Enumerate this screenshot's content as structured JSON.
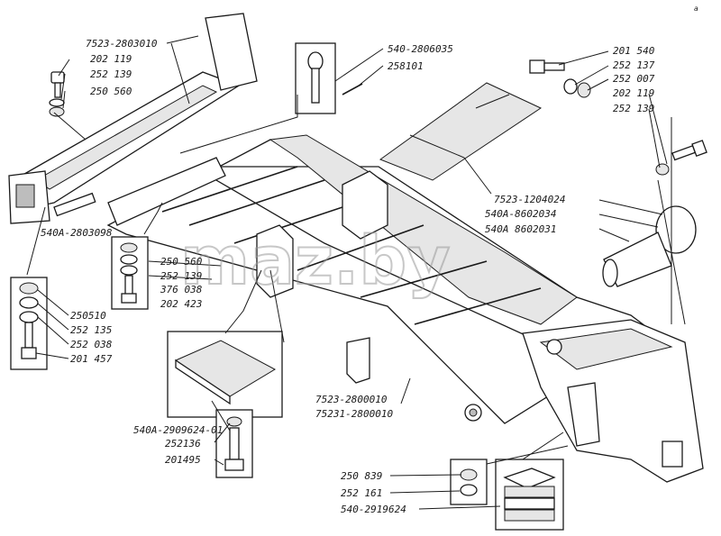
{
  "watermark": "maz.by",
  "corner_mark": "a",
  "labels": [
    {
      "id": "frame-bracket-left",
      "text": "7523-2803010"
    },
    {
      "id": "bolt-202119-left",
      "text": "202 119"
    },
    {
      "id": "washer-252139-left",
      "text": "252 139"
    },
    {
      "id": "nut-250560-left",
      "text": "250 560"
    },
    {
      "id": "pin-540-2806035",
      "text": "540-2806035"
    },
    {
      "id": "cotter-258101",
      "text": "258101"
    },
    {
      "id": "bolt-201540",
      "text": "201 540"
    },
    {
      "id": "washer-252137",
      "text": "252 137"
    },
    {
      "id": "washer-252007",
      "text": "252 007"
    },
    {
      "id": "bolt-202119-right",
      "text": "202 119"
    },
    {
      "id": "washer-252139-right",
      "text": "252 139"
    },
    {
      "id": "plate-7523-1204024",
      "text": "7523-1204024"
    },
    {
      "id": "cover-540A-8602034",
      "text": "540A-8602034"
    },
    {
      "id": "roller-540A-8602031",
      "text": "540A 8602031"
    },
    {
      "id": "bracket-540A-2803098",
      "text": "540A-2803098"
    },
    {
      "id": "nut-250560-mid",
      "text": "250 560"
    },
    {
      "id": "washer-252139-mid",
      "text": "252 139"
    },
    {
      "id": "washer-376038",
      "text": "376 038"
    },
    {
      "id": "bolt-202423",
      "text": "202 423"
    },
    {
      "id": "nut-250510",
      "text": "250510"
    },
    {
      "id": "washer-252135",
      "text": "252 135"
    },
    {
      "id": "washer-252038",
      "text": "252 038"
    },
    {
      "id": "bolt-201457",
      "text": "201 457"
    },
    {
      "id": "frame-7523-2800010",
      "text": "7523-2800010"
    },
    {
      "id": "frame-75231-2800010",
      "text": "75231-2800010"
    },
    {
      "id": "pad-540A-2909624-01",
      "text": "540A-2909624-01"
    },
    {
      "id": "washer-252136",
      "text": "252136"
    },
    {
      "id": "bolt-201495",
      "text": "201495"
    },
    {
      "id": "nut-250839",
      "text": "250 839"
    },
    {
      "id": "washer-252161",
      "text": "252 161"
    },
    {
      "id": "buffer-540-2919624",
      "text": "540-2919624"
    }
  ]
}
